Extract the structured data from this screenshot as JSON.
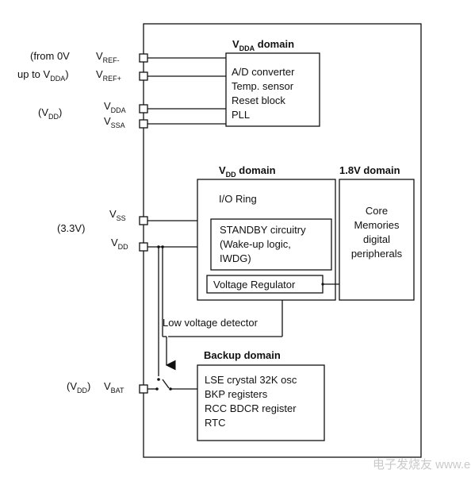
{
  "domains": {
    "vdda": {
      "title": "V",
      "title_sub": "DDA",
      "title_suffix": " domain",
      "items": [
        "A/D converter",
        "Temp. sensor",
        "Reset block",
        "PLL"
      ]
    },
    "vdd": {
      "title": "V",
      "title_sub": "DD",
      "title_suffix": " domain",
      "io_ring": "I/O Ring",
      "standby_lines": [
        "STANDBY circuitry",
        "(Wake-up logic,",
        "IWDG)"
      ],
      "voltage_regulator": "Voltage Regulator"
    },
    "core": {
      "title": "1.8V domain",
      "lines": [
        "Core",
        "Memories",
        "digital",
        "peripherals"
      ]
    },
    "backup": {
      "title": "Backup domain",
      "items": [
        "LSE crystal 32K osc",
        "BKP registers",
        "RCC BDCR register",
        "RTC"
      ]
    },
    "low_voltage_detector": "Low voltage detector"
  },
  "pins": {
    "vref_minus": {
      "main": "V",
      "sub": "REF-"
    },
    "vref_plus": {
      "main": "V",
      "sub": "REF+"
    },
    "vdda": {
      "main": "V",
      "sub": "DDA"
    },
    "vssa": {
      "main": "V",
      "sub": "SSA"
    },
    "vss": {
      "main": "V",
      "sub": "SS"
    },
    "vdd": {
      "main": "V",
      "sub": "DD"
    },
    "vbat": {
      "main": "V",
      "sub": "BAT"
    }
  },
  "annotations": {
    "vref_line1": "(from 0V",
    "vref_line2_prefix": "up to V",
    "vref_line2_sub": "DDA",
    "vref_line2_suffix": ")",
    "vdd_paren_open": "(V",
    "vdd_paren_sub": "DD",
    "vdd_paren_close": ")",
    "supply_33": "(3.3V)",
    "vbat_paren_open": "(V",
    "vbat_paren_sub": "DD",
    "vbat_paren_close": ")"
  },
  "watermark": "电子发烧友 www.elecfans.com"
}
